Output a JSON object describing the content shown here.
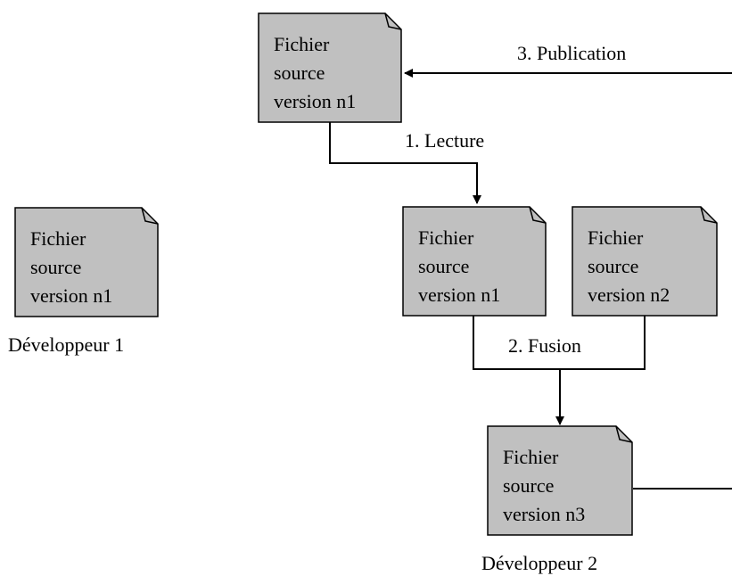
{
  "colors": {
    "document_fill": "#c0c0c0",
    "stroke": "#000000",
    "background": "#ffffff"
  },
  "documents": {
    "top": {
      "line1": "Fichier",
      "line2": "source",
      "line3": "version n1"
    },
    "dev1": {
      "line1": "Fichier",
      "line2": "source",
      "line3": "version n1"
    },
    "dev2_read": {
      "line1": "Fichier",
      "line2": "source",
      "line3": "version n1"
    },
    "dev2_local": {
      "line1": "Fichier",
      "line2": "source",
      "line3": "version n2"
    },
    "merged": {
      "line1": "Fichier",
      "line2": "source",
      "line3": "version n3"
    }
  },
  "steps": {
    "read": "1. Lecture",
    "merge": "2. Fusion",
    "publish": "3. Publication"
  },
  "actors": {
    "dev1": "Développeur 1",
    "dev2": "Développeur 2"
  }
}
